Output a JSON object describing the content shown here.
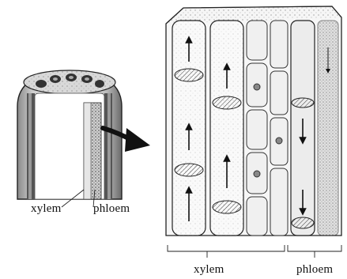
{
  "labels": {
    "stem_xylem": "xylem",
    "stem_phloem": "phloem",
    "tissue_xylem": "xylem",
    "tissue_phloem": "phloem"
  },
  "colors": {
    "ink": "#111111",
    "shade": "#555555",
    "background": "#ffffff"
  }
}
